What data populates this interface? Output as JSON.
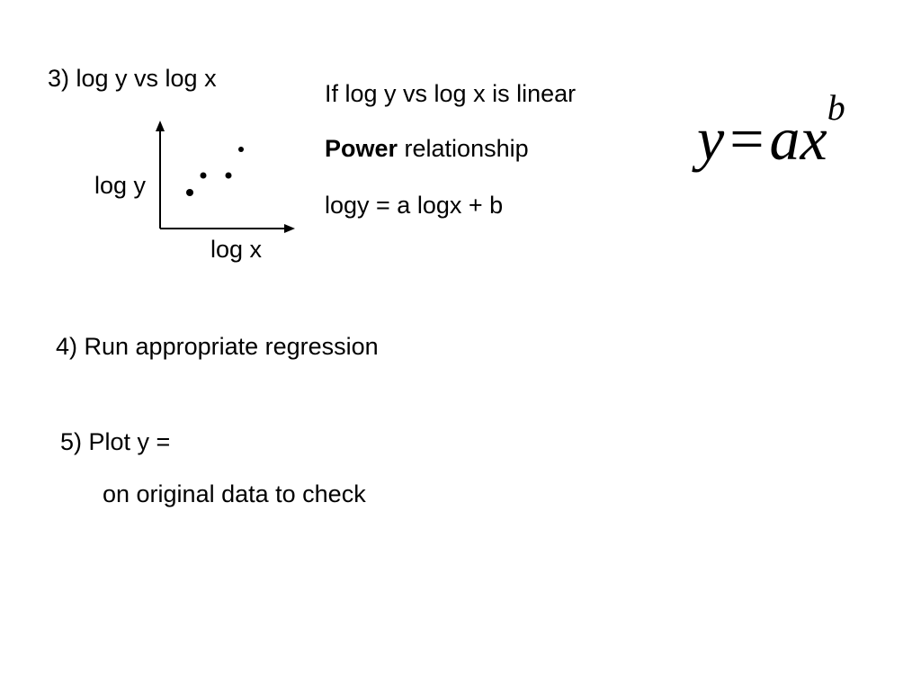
{
  "left": {
    "step3": "3) log y vs log x",
    "axis_y_label": "log y",
    "axis_x_label": "log x",
    "step4": "4) Run appropriate regression",
    "step5": "5) Plot y =",
    "step5_cont": "on original data to check"
  },
  "right": {
    "condition": "If log y vs log x is linear",
    "relationship_bold": "Power",
    "relationship_rest": " relationship",
    "log_equation": "logy = a logx + b"
  },
  "formula": {
    "lhs": "y",
    "equals": "=",
    "rhs_base": "ax",
    "exponent": "b"
  },
  "sketch_points": [
    {
      "x": 1,
      "y": 1
    },
    {
      "x": 2,
      "y": 2
    },
    {
      "x": 3,
      "y": 2
    },
    {
      "x": 4,
      "y": 3
    }
  ]
}
